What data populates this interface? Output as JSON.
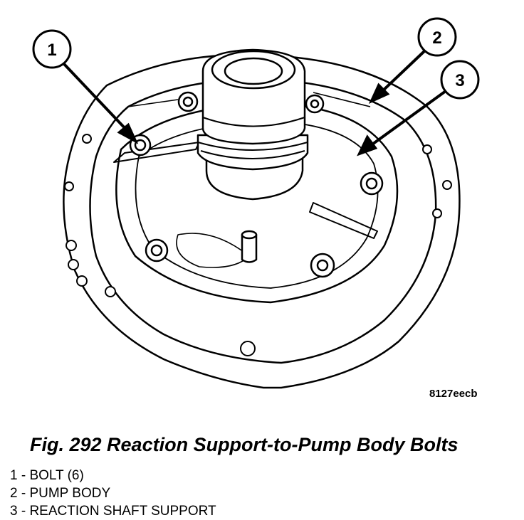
{
  "diagram": {
    "callouts": [
      {
        "number": "1"
      },
      {
        "number": "2"
      },
      {
        "number": "3"
      }
    ],
    "reference_code": "8127eecb"
  },
  "caption": {
    "figure_title": "Fig. 292 Reaction Support-to-Pump Body Bolts"
  },
  "legend": [
    {
      "text": "1 - BOLT (6)"
    },
    {
      "text": "2 - PUMP BODY"
    },
    {
      "text": "3 - REACTION SHAFT SUPPORT"
    }
  ]
}
